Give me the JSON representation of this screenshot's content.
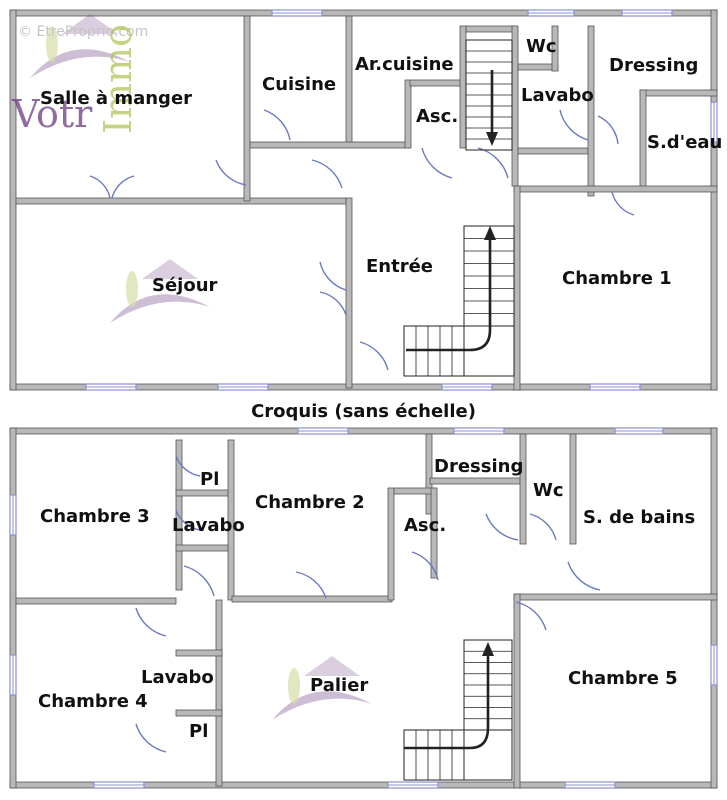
{
  "watermark": {
    "site": "© EtreProprio.com",
    "brand_left": "Votr",
    "brand_right": "Immo",
    "colors": {
      "green": "#b5c25a",
      "purple": "#6a3a80"
    }
  },
  "caption": "Croquis (sans échelle)",
  "ground_floor": {
    "salle": "Salle à manger",
    "cuisine": "Cuisine",
    "arcuisine": "Ar.cuisine",
    "asc": "Asc.",
    "wc": "Wc",
    "lavabo": "Lavabo",
    "dressing": "Dressing",
    "sdeau": "S.d'eau",
    "sejour": "Séjour",
    "entree": "Entrée",
    "chambre1": "Chambre 1"
  },
  "upper_floor": {
    "pl_top": "Pl",
    "chambre3": "Chambre 3",
    "lavabo_top": "Lavabo",
    "chambre2": "Chambre 2",
    "dressing": "Dressing",
    "asc": "Asc.",
    "wc": "Wc",
    "sdebains": "S. de bains",
    "lavabo_bottom": "Lavabo",
    "chambre4": "Chambre 4",
    "pl_bottom": "Pl",
    "palier": "Palier",
    "chambre5": "Chambre 5"
  },
  "colors": {
    "wall": "#b8b8b8",
    "wall_stroke": "#555555",
    "door": "#6b78c2",
    "window": "#8b8fd6",
    "stairs": "#222222"
  }
}
